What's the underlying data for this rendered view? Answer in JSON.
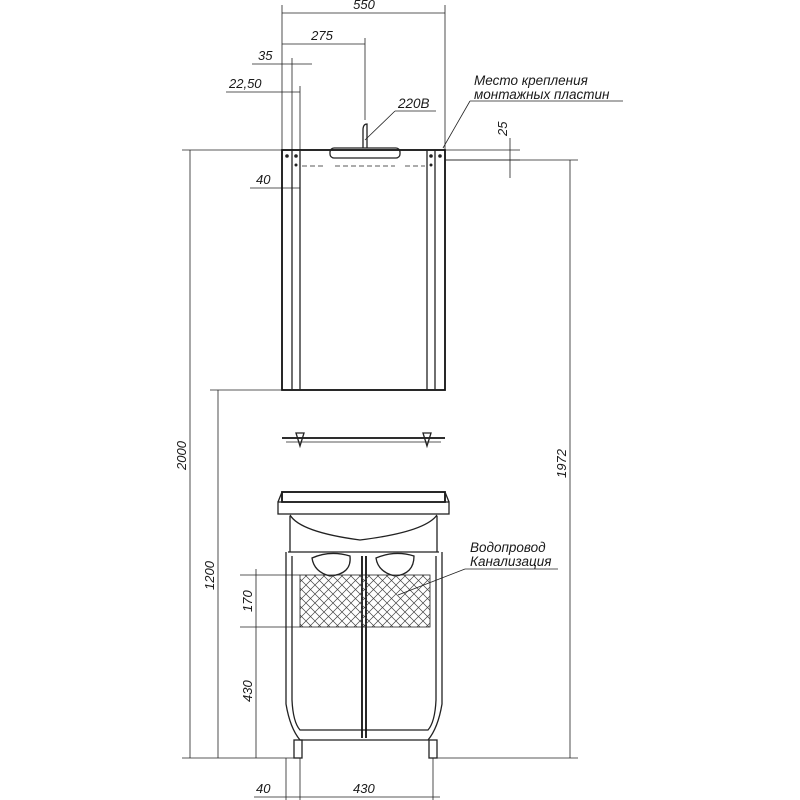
{
  "dimensions": {
    "top_width": "550",
    "half_width": "275",
    "edge_35": "35",
    "edge_22_50": "22,50",
    "edge_40": "40",
    "plate_25": "25",
    "total_height": "2000",
    "mount_height": "1972",
    "mirror_bottom": "1200",
    "pipe_zone": "170",
    "pipe_height": "430",
    "bottom_left": "40",
    "bottom_mid": "430"
  },
  "labels": {
    "mount_line1": "Место крепления",
    "mount_line2": "монтажных пластин",
    "power": "220В",
    "water": "Водопровод",
    "sewer": "Канализация"
  }
}
